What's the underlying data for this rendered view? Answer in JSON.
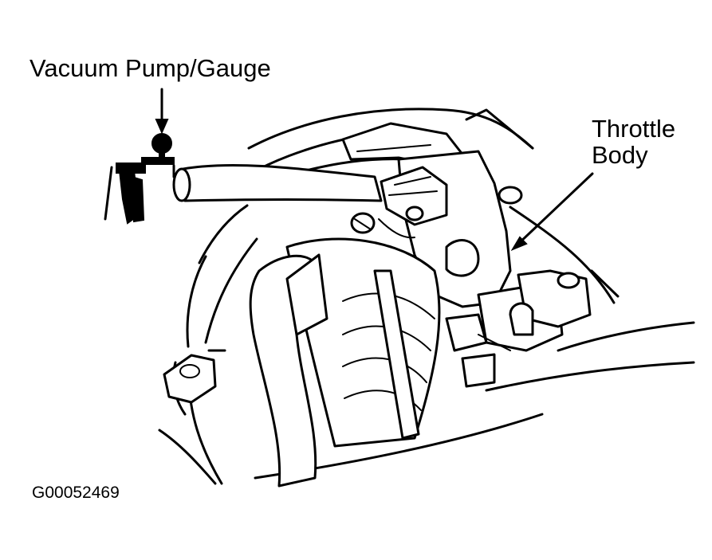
{
  "callouts": {
    "vacuum_pump_gauge": "Vacuum Pump/Gauge",
    "throttle_body": "Throttle\nBody"
  },
  "figure_id": "G00052469",
  "colors": {
    "ink": "#000000",
    "paper": "#ffffff"
  }
}
